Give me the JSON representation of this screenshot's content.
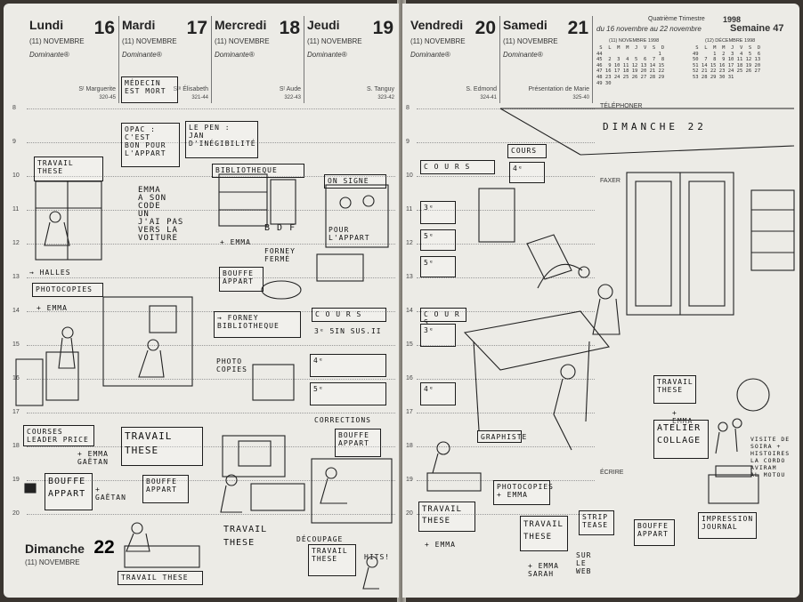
{
  "left_days": [
    {
      "name": "Lundi",
      "num": "16",
      "month": "(11) NOVEMBRE",
      "dominante": "Dominante®",
      "saint": "Sᵗ Marguerite",
      "saint_num": "320-45"
    },
    {
      "name": "Mardi",
      "num": "17",
      "month": "(11) NOVEMBRE",
      "dominante": "Dominante®",
      "saint": "Sᵗᵉ Élisabeth",
      "saint_num": "321-44"
    },
    {
      "name": "Mercredi",
      "num": "18",
      "month": "(11) NOVEMBRE",
      "dominante": "Dominante®",
      "saint": "Sᵗ Aude",
      "saint_num": "322-43"
    },
    {
      "name": "Jeudi",
      "num": "19",
      "month": "(11) NOVEMBRE",
      "dominante": "Dominante®",
      "saint": "S. Tanguy",
      "saint_num": "323-42"
    }
  ],
  "right_days": [
    {
      "name": "Vendredi",
      "num": "20",
      "month": "(11) NOVEMBRE",
      "dominante": "Dominante®",
      "saint": "S. Edmond",
      "saint_num": "324-41"
    },
    {
      "name": "Samedi",
      "num": "21",
      "month": "(11) NOVEMBRE",
      "dominante": "Dominante®",
      "saint": "Présentation de Marie",
      "saint_num": "325-40"
    }
  ],
  "sunday": {
    "name": "Dimanche",
    "num": "22",
    "month": "(11) NOVEMBRE"
  },
  "week_box": {
    "trimestre": "Quatrième Trimestre",
    "year": "1998",
    "range": "du 16 novembre au 22 novembre",
    "semaine": "Semaine 47",
    "cal1_title": "(11) NOVEMBRE 1998",
    "cal2_title": "(12) DÉCEMBRE 1998",
    "cal1": " S  L  M  M  J  V  S  D\n44                   1\n45  2  3  4  5  6  7  8\n46  9 10 11 12 13 14 15\n47 16 17 18 19 20 21 22\n48 23 24 25 26 27 28 29\n49 30",
    "cal2": " S  L  M  M  J  V  S  D\n49     1  2  3  4  5  6\n50  7  8  9 10 11 12 13\n51 14 15 16 17 18 19 20\n52 21 22 23 24 25 26 27\n53 28 29 30 31"
  },
  "labels": {
    "telephoner": "TÉLÉPHONER",
    "faxer": "FAXER",
    "ecrire": "ÉCRIRE"
  },
  "hours": [
    "8",
    "9",
    "10",
    "11",
    "12",
    "13",
    "14",
    "15",
    "16",
    "17",
    "18",
    "19",
    "20"
  ],
  "notes": {
    "medecin": "MÉDECIN\nEST MORT",
    "opac": "OPAC :\nC'EST\nBON POUR\nL'APPART",
    "le_pen": "LE PEN :\nJAN\nD'INÉGIBILITÉ",
    "travail_these_mon": "TRAVAIL\nTHESE",
    "emma_code": "EMMA\nA SON\nCODE\nUN\nJ'AI PAS\nVERS LA\nVOITURE",
    "bibliotheque": "BIBLIOTHEQUE",
    "bdf": "B D F",
    "on_signe": "ON SIGNE",
    "pour_appart": "POUR\nL'APPART",
    "plus_emma1": "+ EMMA",
    "forney_ferme": "FORNEY\nFERMÉ",
    "halles": "→ HALLES",
    "photocopies_mon": "PHOTOCOPIES",
    "plus_emma2": "+ EMMA",
    "bouffe_appart_wed": "BOUFFE\nAPPART",
    "forney_bib": "→ FORNEY\nBIBLIOTHEQUE",
    "cours_thu": "C O U R S",
    "cours_3e": "3ᵉ 5IN SUS.II",
    "cours_4e": "4ᵉ",
    "cours_5e": "5ᵉ",
    "photo_copies": "PHOTO\nCOPIES",
    "travail_these_tue": "TRAVAIL\nTHESE",
    "courses": "COURSES\nLEADER PRICE",
    "plus_emma_gaetan": "+ EMMA\nGAËTAN",
    "bouffe_appart_mon": "BOUFFE\nAPPART",
    "plus_gaetan": "+ GAËTAN",
    "bouffe_appart_tue": "BOUFFE\nAPPART",
    "corrections": "CORRECTIONS",
    "bouffe_appart_thu": "BOUFFE\nAPPART",
    "decoupage": "DÉCOUPAGE",
    "travail_these_wed": "TRAVAIL\nTHESE",
    "travail_these_thu": "TRAVAIL\nTHESE",
    "hits": "HITS!",
    "travail_these_sun": "TRAVAIL THESE",
    "cours_fri": "C O U R S",
    "cours_fri_3e": "3ᵉ",
    "cours_fri_5e": "5ᵉ",
    "cours_fri_5e2": "5ᵉ",
    "cours_fri2": "C O U R S",
    "cours_fri_30": "3ᵉ",
    "cours_fri_4e": "4ᵉ",
    "cours_sat": "COURS",
    "cours_sat_4e": "4ᵉ",
    "dimanche": "DIMANCHE 22",
    "graphiste": "GRAPHISTE",
    "travail_these_fri": "TRAVAIL\nTHESE",
    "plus_emma_fri": "+ EMMA",
    "photocopies_fri": "PHOTOCOPIES\n+ EMMA",
    "travail_these_sat": "TRAVAIL\nTHESE",
    "plus_emma_sarah": "+ EMMA\nSARAH",
    "strip_tease": "STRIP\nTEASE",
    "sur_le_web": "SUR\nLE\nWEB",
    "bouffe_appart_sat": "BOUFFE\nAPPART",
    "travail_these_sun2": "TRAVAIL\nTHESE",
    "plus_emma_sun": "+ EMMA",
    "atelier": "ATELIER\nCOLLAGE",
    "visite": "VISITE DE\nSOIRA +\nHISTOIRES\nLA CORDO\nAVIRAM\nAL MOTOU",
    "impression": "IMPRESSION\nJOURNAL"
  }
}
